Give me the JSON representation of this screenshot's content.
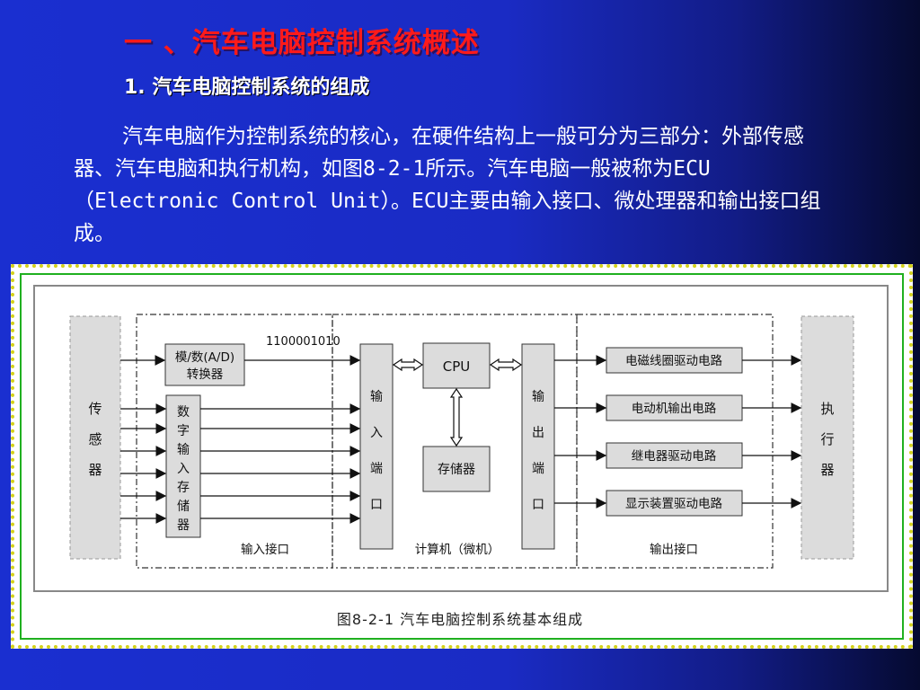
{
  "slide": {
    "title": "一 、汽车电脑控制系统概述",
    "subtitle": "1. 汽车电脑控制系统的组成",
    "paragraph": "汽车电脑作为控制系统的核心，在硬件结构上一般可分为三部分：外部传感器、汽车电脑和执行机构，如图8-2-1所示。汽车电脑一般被称为ECU（Electronic Control Unit）。ECU主要由输入接口、微处理器和输出接口组成。"
  },
  "diagram": {
    "sensor": [
      "传",
      "感",
      "器"
    ],
    "ad_converter": [
      "模/数(A/D)",
      "转换器"
    ],
    "binary_code": "1100001010",
    "digital_input": [
      "数",
      "字",
      "输",
      "入",
      "存",
      "储",
      "器"
    ],
    "input_port": [
      "输",
      "入",
      "端",
      "口"
    ],
    "cpu": "CPU",
    "memory": "存储器",
    "output_port": [
      "输",
      "出",
      "端",
      "口"
    ],
    "drivers": [
      "电磁线圈驱动电路",
      "电动机输出电路",
      "继电器驱动电路",
      "显示装置驱动电路"
    ],
    "actuator": [
      "执",
      "行",
      "器"
    ],
    "section_labels": {
      "input_interface": "输入接口",
      "computer": "计算机（微机）",
      "output_interface": "输出接口"
    },
    "caption": "图8-2-1  汽车电脑控制系统基本组成"
  },
  "colors": {
    "title": "#ff1a1a",
    "block_fill": "#dcdcdc",
    "frame_dots": "#d4d21a",
    "inner_border": "#20b020"
  }
}
